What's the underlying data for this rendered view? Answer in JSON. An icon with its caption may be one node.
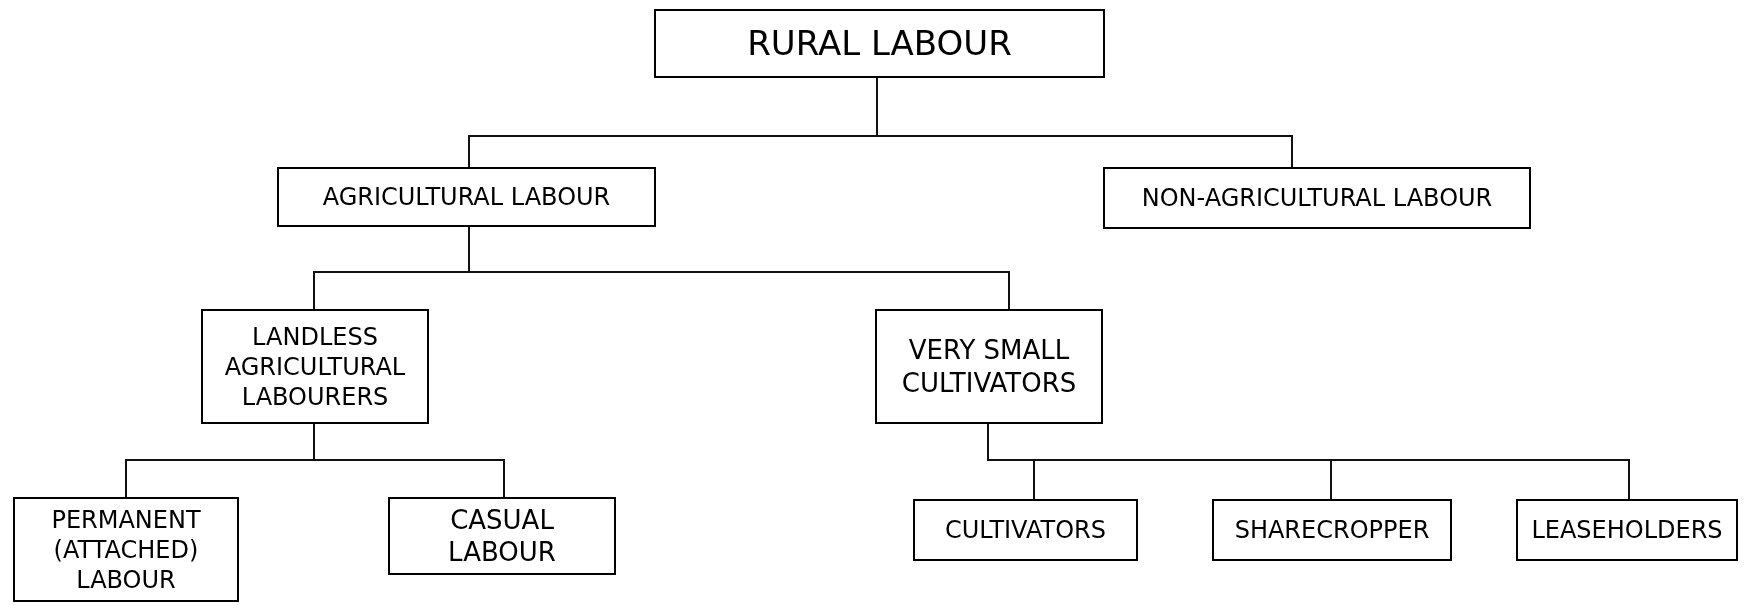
{
  "diagram": {
    "nodes": [
      {
        "text": [
          "RURAL LABOUR"
        ]
      },
      {
        "text": [
          "AGRICULTURAL LABOUR"
        ]
      },
      {
        "text": [
          "NON-AGRICULTURAL LABOUR"
        ]
      },
      {
        "text": [
          "LANDLESS AGRICULTURAL LABOURERS"
        ]
      },
      {
        "text": [
          "VERY SMALL CULTIVATORS"
        ]
      },
      {
        "text": [
          "PERMANENT (ATTACHED) LABOUR"
        ]
      },
      {
        "text": [
          "CASUAL LABOUR"
        ]
      },
      {
        "text": [
          "CULTIVATORS"
        ]
      },
      {
        "text": [
          "SHARECROPPER"
        ]
      },
      {
        "text": [
          "LEASEHOLDERS"
        ]
      }
    ],
    "edges": [
      {
        "from": 0,
        "to": 1,
        "arrow": "none"
      },
      {
        "from": 0,
        "to": 2,
        "arrow": "none"
      },
      {
        "from": 1,
        "to": 3,
        "arrow": "none"
      },
      {
        "from": 1,
        "to": 4,
        "arrow": "none"
      },
      {
        "from": 3,
        "to": 5,
        "arrow": "none"
      },
      {
        "from": 3,
        "to": 6,
        "arrow": "none"
      },
      {
        "from": 4,
        "to": 7,
        "arrow": "none"
      },
      {
        "from": 4,
        "to": 8,
        "arrow": "none"
      },
      {
        "from": 4,
        "to": 9,
        "arrow": "none"
      }
    ]
  }
}
